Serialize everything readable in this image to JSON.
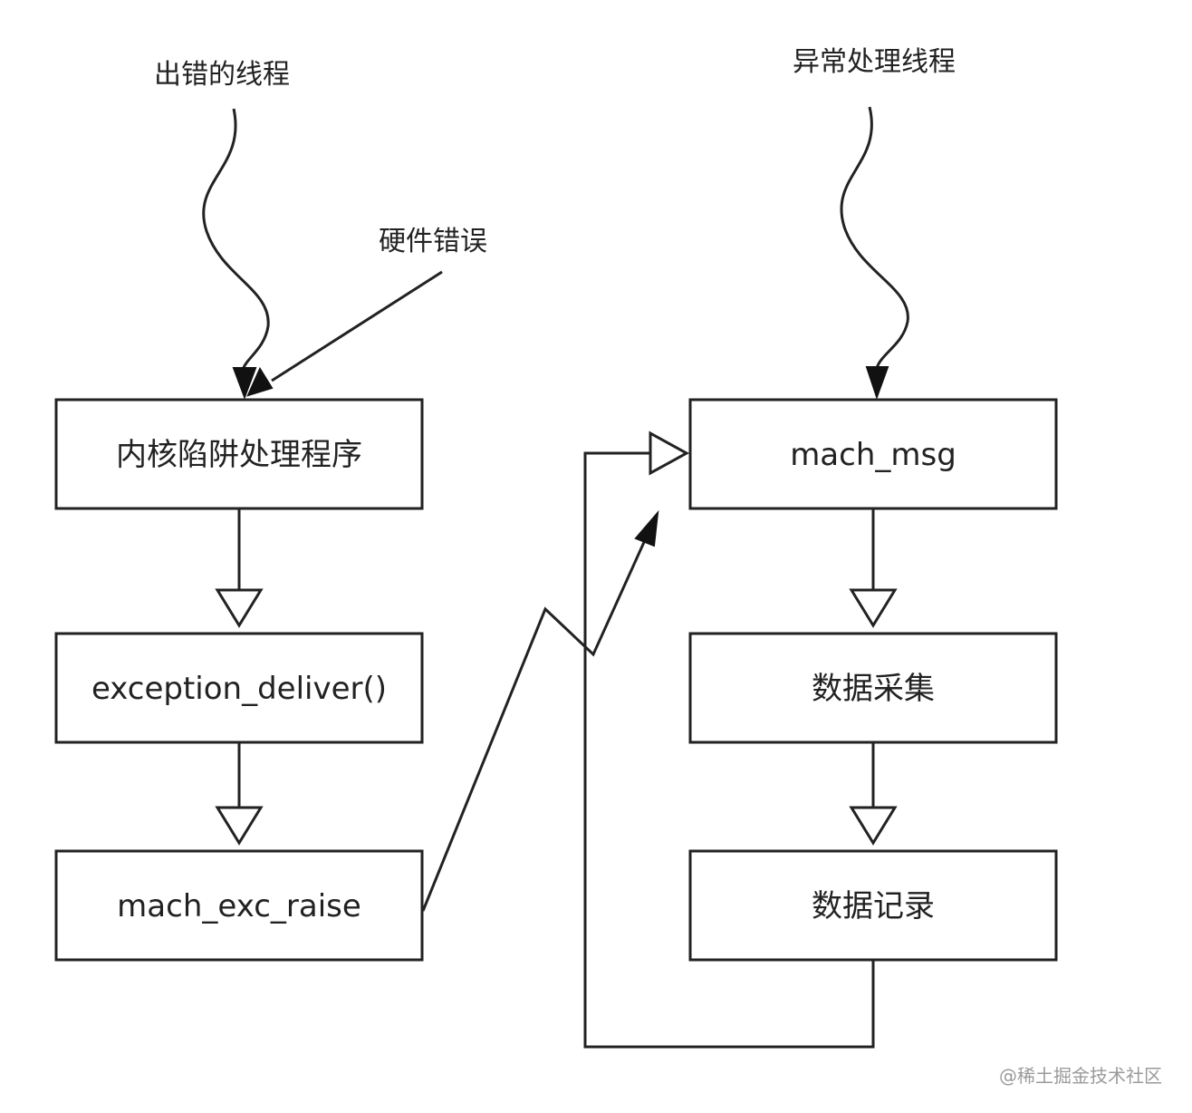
{
  "labels": {
    "faulting_thread": "出错的线程",
    "handler_thread": "异常处理线程",
    "hardware_error": "硬件错误"
  },
  "nodes": {
    "kernel_trap": "内核陷阱处理程序",
    "exception_deliver": "exception_deliver()",
    "mach_exc_raise": "mach_exc_raise",
    "mach_msg": "mach_msg",
    "data_collect": "数据采集",
    "data_record": "数据记录"
  },
  "watermark": "@稀土掘金技术社区",
  "colors": {
    "stroke": "#222222",
    "background": "#ffffff",
    "watermark": "#9a9a9a"
  }
}
